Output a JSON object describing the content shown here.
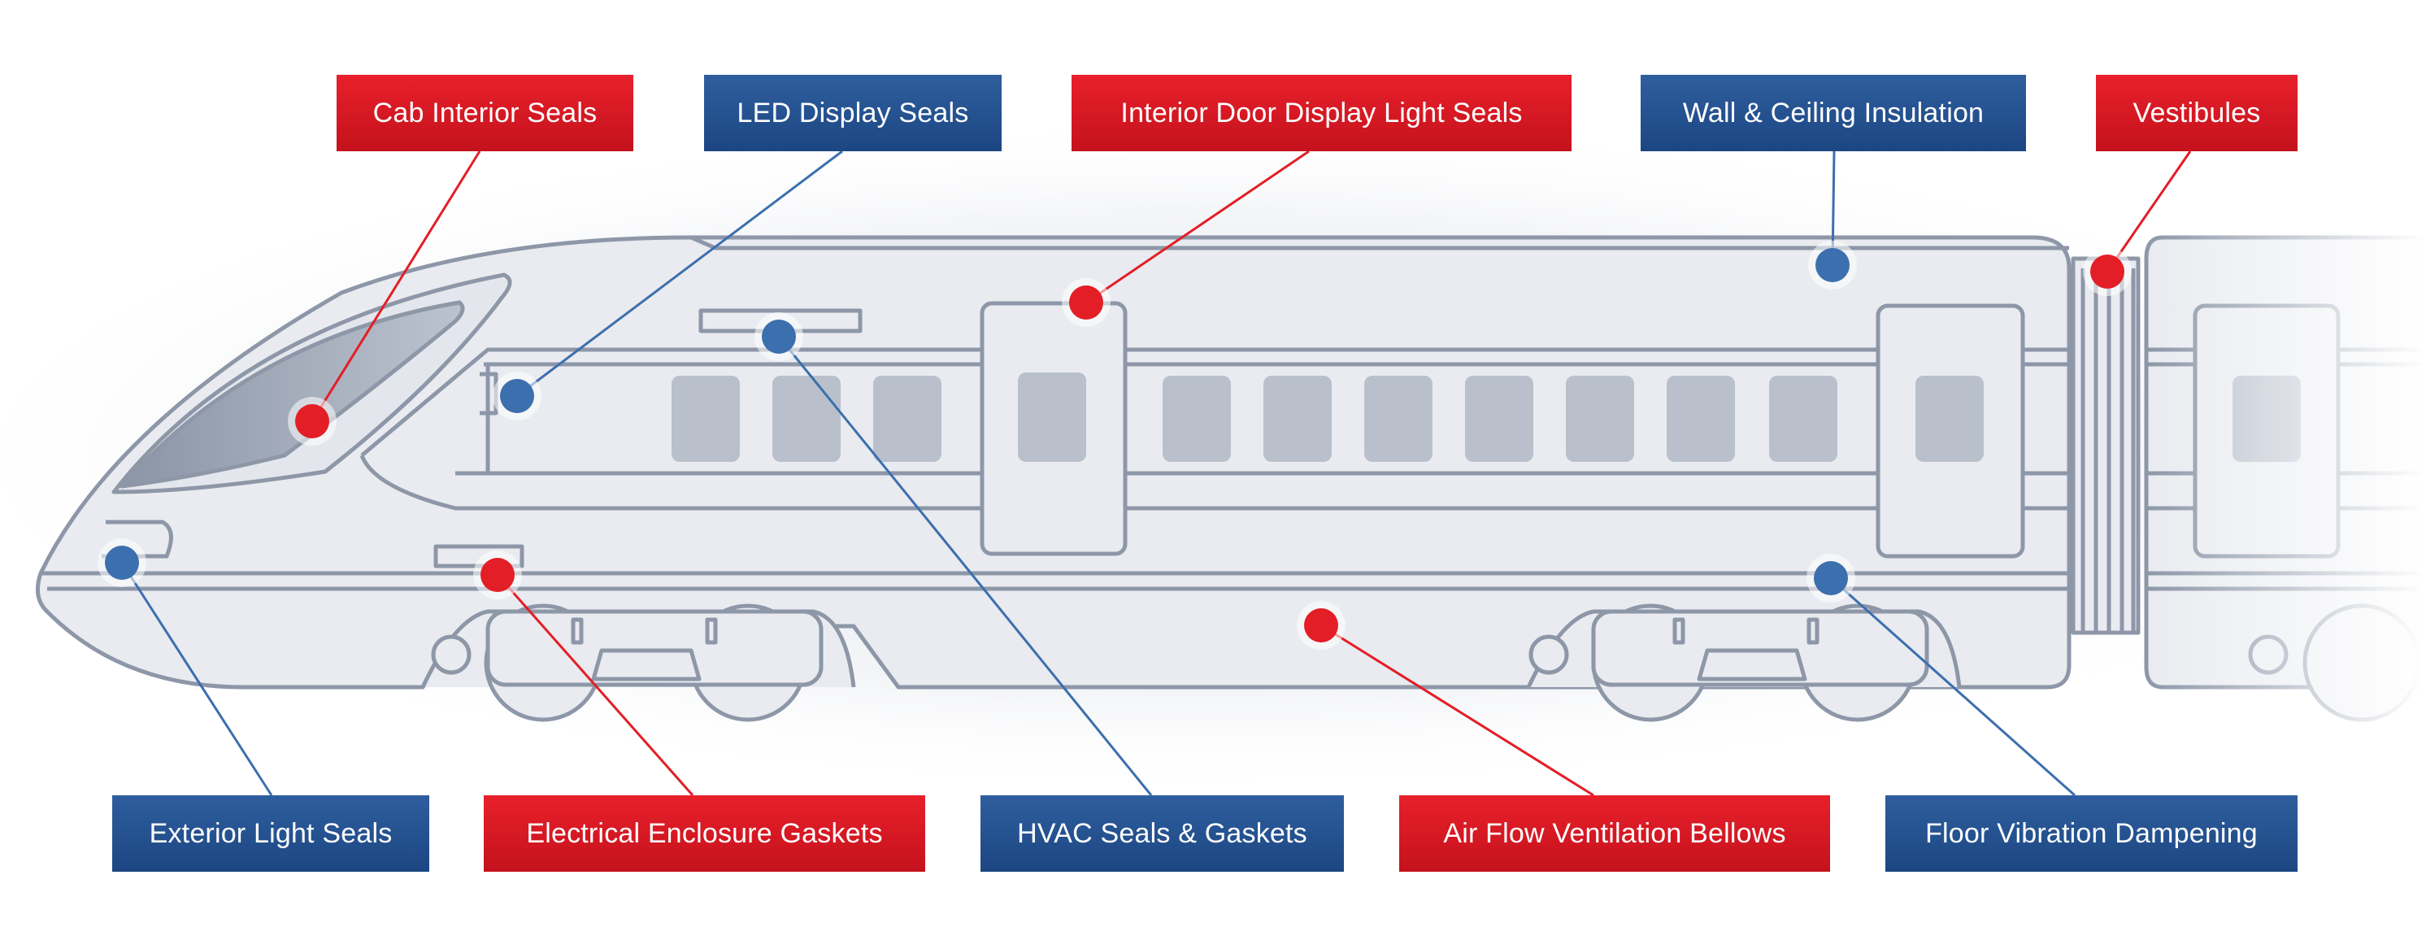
{
  "diagram": {
    "colors": {
      "red": "#e31e26",
      "blue": "#3c6fae",
      "train_line": "#8d97a8",
      "train_fill": "#e9ebf0",
      "window": "#b9c0cc"
    },
    "callouts": [
      {
        "id": "cab-interior-seals",
        "label": "Cab Interior Seals",
        "color": "red"
      },
      {
        "id": "led-display-seals",
        "label": "LED Display Seals",
        "color": "blue"
      },
      {
        "id": "interior-door-display-light-seals",
        "label": "Interior Door Display Light Seals",
        "color": "red"
      },
      {
        "id": "wall-ceiling-insulation",
        "label": "Wall & Ceiling Insulation",
        "color": "blue"
      },
      {
        "id": "vestibules",
        "label": "Vestibules",
        "color": "red"
      },
      {
        "id": "exterior-light-seals",
        "label": "Exterior Light Seals",
        "color": "blue"
      },
      {
        "id": "electrical-enclosure-gaskets",
        "label": "Electrical Enclosure Gaskets",
        "color": "red"
      },
      {
        "id": "hvac-seals-gaskets",
        "label": "HVAC Seals & Gaskets",
        "color": "blue"
      },
      {
        "id": "air-flow-ventilation-bellows",
        "label": "Air Flow Ventilation Bellows",
        "color": "red"
      },
      {
        "id": "floor-vibration-dampening",
        "label": "Floor Vibration Dampening",
        "color": "blue"
      }
    ]
  }
}
